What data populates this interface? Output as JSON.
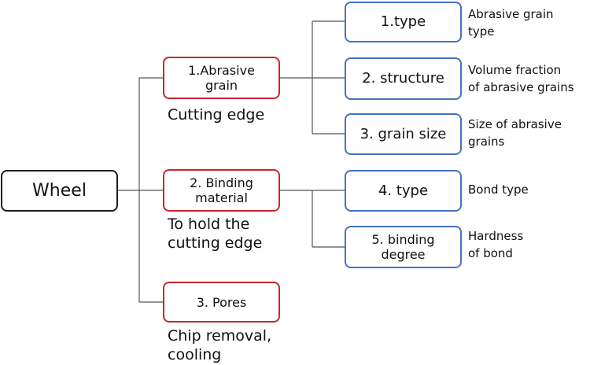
{
  "root": {
    "label": "Wheel"
  },
  "components": [
    {
      "label": "1.Abrasive\ngrain",
      "caption": "Cutting edge",
      "properties": [
        {
          "label": "1.type",
          "description": "Abrasive grain\ntype"
        },
        {
          "label": "2. structure",
          "description": "Volume fraction\nof abrasive grains"
        },
        {
          "label": "3. grain size",
          "description": "Size of abrasive\ngrains"
        }
      ]
    },
    {
      "label": "2. Binding\nmaterial",
      "caption": "To hold the\ncutting edge",
      "properties": [
        {
          "label": "4. type",
          "description": "Bond type"
        },
        {
          "label": "5. binding\ndegree",
          "description": "Hardness\nof bond"
        }
      ]
    },
    {
      "label": "3. Pores",
      "caption": "Chip removal,\ncooling",
      "properties": []
    }
  ],
  "colors": {
    "root_border": "#1a1a1a",
    "component_border": "#c8282e",
    "property_border": "#4472c4",
    "connector": "#555555"
  }
}
